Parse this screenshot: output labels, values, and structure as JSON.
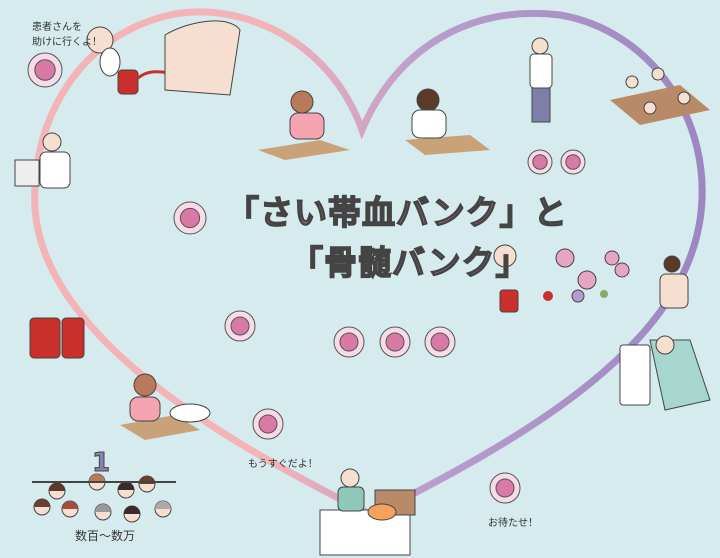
{
  "title": {
    "line1": "「さい帯血バンク」と",
    "line2": "「骨髄バンク」"
  },
  "speech": {
    "helping": "患者さんを\n助けに行くよ！",
    "helping_line1": "患者さんを",
    "helping_line2": "助けに行くよ！",
    "soon": "もうすぐだよ！",
    "waited": "お待たせ！"
  },
  "match_ratio": {
    "numerator": "1",
    "denominator": "数百〜数万"
  },
  "colors": {
    "background": "#d5ebee",
    "heart_left": "#f4b3b6",
    "heart_right": "#9d86c1",
    "cell": "#f7dbe6",
    "nucleus": "#d97aa6"
  }
}
